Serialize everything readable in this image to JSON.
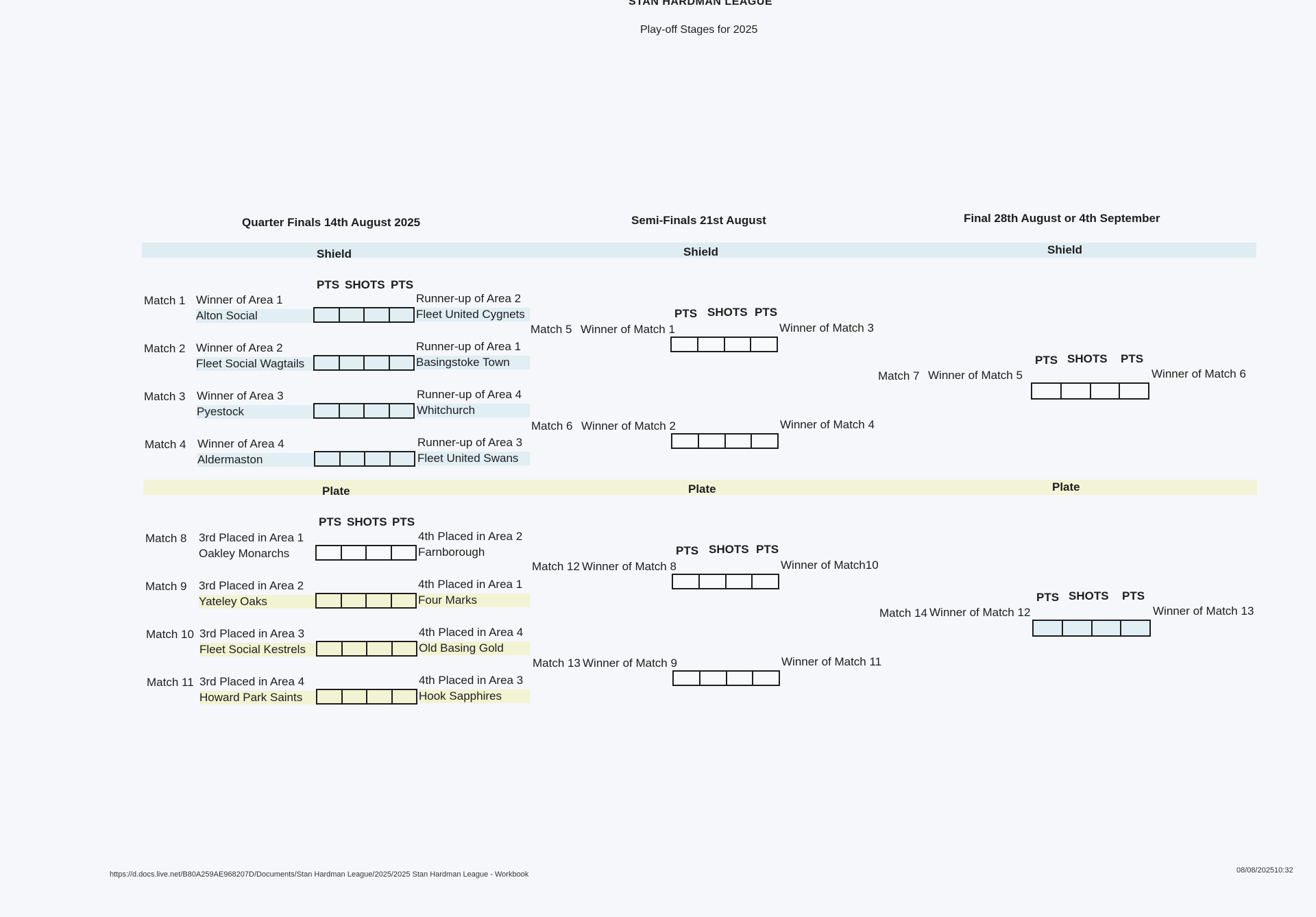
{
  "header": {
    "title": "STAN HARDMAN LEAGUE",
    "subtitle": "Play-off Stages for 2025"
  },
  "rounds": {
    "quarter": "Quarter Finals 14th August 2025",
    "semi": "Semi-Finals 21st August",
    "final": "Final 28th August or 4th September"
  },
  "sections": {
    "shield": "Shield",
    "plate": "Plate"
  },
  "columns": {
    "pts": "PTS",
    "shots": "SHOTS"
  },
  "shield_qf": [
    {
      "match": "Match 1",
      "home_slot": "Winner of Area 1",
      "home_team": "Alton Social",
      "away_slot": "Runner-up of Area 2",
      "away_team": "Fleet United Cygnets"
    },
    {
      "match": "Match 2",
      "home_slot": "Winner of Area 2",
      "home_team": "Fleet Social Wagtails",
      "away_slot": "Runner-up of Area 1",
      "away_team": "Basingstoke Town"
    },
    {
      "match": "Match 3",
      "home_slot": "Winner of Area 3",
      "home_team": "Pyestock",
      "away_slot": "Runner-up of Area 4",
      "away_team": "Whitchurch"
    },
    {
      "match": "Match 4",
      "home_slot": "Winner of Area 4",
      "home_team": "Aldermaston",
      "away_slot": "Runner-up of Area 3",
      "away_team": "Fleet United Swans"
    }
  ],
  "shield_sf": [
    {
      "match": "Match 5",
      "home": "Winner of Match 1",
      "away": "Winner of Match 3"
    },
    {
      "match": "Match 6",
      "home": "Winner of Match 2",
      "away": "Winner of Match 4"
    }
  ],
  "shield_final": {
    "match": "Match 7",
    "home": "Winner of Match 5",
    "away": "Winner of Match 6"
  },
  "plate_qf": [
    {
      "match": "Match 8",
      "home_slot": "3rd Placed in Area 1",
      "home_team": "Oakley Monarchs",
      "away_slot": "4th Placed in Area 2",
      "away_team": "Farnborough"
    },
    {
      "match": "Match 9",
      "home_slot": "3rd Placed in Area 2",
      "home_team": "Yateley Oaks",
      "away_slot": "4th Placed in Area 1",
      "away_team": "Four Marks"
    },
    {
      "match": "Match 10",
      "home_slot": "3rd Placed in Area 3",
      "home_team": "Fleet Social Kestrels",
      "away_slot": "4th Placed in Area 4",
      "away_team": "Old Basing Gold"
    },
    {
      "match": "Match 11",
      "home_slot": "3rd Placed in Area 4",
      "home_team": "Howard Park Saints",
      "away_slot": "4th Placed in Area 3",
      "away_team": "Hook Sapphires"
    }
  ],
  "plate_sf": [
    {
      "match": "Match 12",
      "home": "Winner of Match 8",
      "away": "Winner of Match10"
    },
    {
      "match": "Match 13",
      "home": "Winner of Match 9",
      "away": "Winner of Match 11"
    }
  ],
  "plate_final": {
    "match": "Match 14",
    "home": "Winner of Match 12",
    "away": "Winner of Match 13"
  },
  "footer": {
    "url": "https://d.docs.live.net/B80A259AE968207D/Documents/Stan Hardman League/2025/2025 Stan Hardman League - Workbook",
    "timestamp": "08/08/202510:32"
  }
}
